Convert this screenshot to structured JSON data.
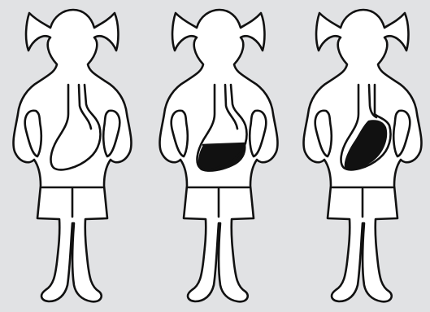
{
  "colors": {
    "background": "#e1e2e4",
    "figure_fill": "#ffffff",
    "outline": "#111111",
    "stomach_contents": "#111111"
  },
  "figures": [
    {
      "contents": "empty"
    },
    {
      "contents": "lower-fill"
    },
    {
      "contents": "tilted-fill"
    }
  ]
}
